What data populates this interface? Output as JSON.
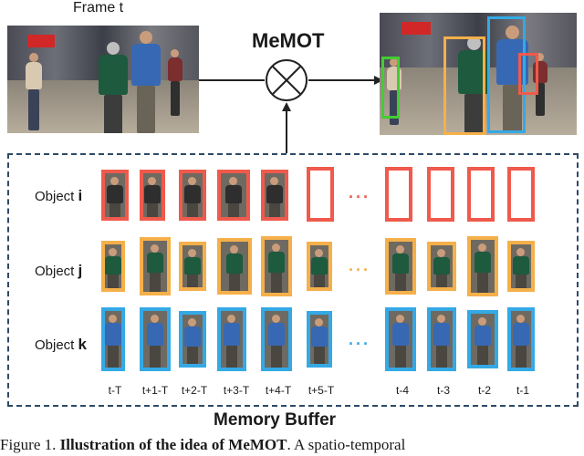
{
  "frame_label": "Frame t",
  "model_label": "MeMOT",
  "operator_symbol": "⊗",
  "buffer_title": "Memory Buffer",
  "colors": {
    "object_i": "#ef5a4c",
    "object_j": "#f5b04a",
    "object_k": "#34a9e6",
    "detection": "#44cc33"
  },
  "objects": [
    {
      "prefix": "Object ",
      "letter": "i"
    },
    {
      "prefix": "Object ",
      "letter": "j"
    },
    {
      "prefix": "Object ",
      "letter": "k"
    }
  ],
  "ellipsis": "···",
  "time_labels": [
    "t-T",
    "t+1-T",
    "t+2-T",
    "t+3-T",
    "t+4-T",
    "t+5-T",
    "t-4",
    "t-3",
    "t-2",
    "t-1"
  ],
  "caption": {
    "prefix": "Figure 1. ",
    "bold": "Illustration of the idea of MeMOT",
    "rest": ". A spatio-temporal"
  }
}
